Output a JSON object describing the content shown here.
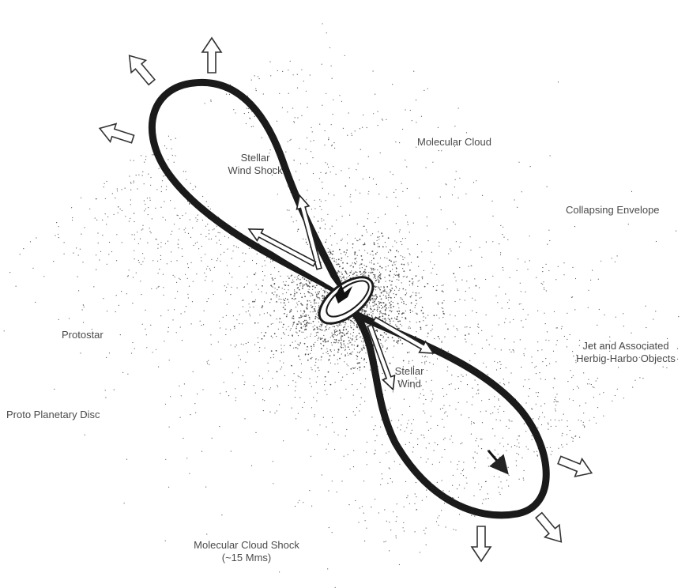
{
  "labels": {
    "stellar_wind_shock_1": "Stellar",
    "stellar_wind_shock_2": "Wind Shock",
    "molecular_cloud": "Molecular Cloud",
    "collapsing_envelope": "Collapsing Envelope",
    "protostar": "Protostar",
    "jet_1": "Jet and Associated",
    "jet_2": "Herbig-Harbo Objects",
    "stellar_wind_1": "Stellar",
    "stellar_wind_2": "Wind",
    "proto_planetary_disc": "Proto Planetary Disc",
    "cloud_shock_1": "Molecular Cloud Shock",
    "cloud_shock_2": "(~15 Mms)"
  },
  "colors": {
    "shell": "#1a1a1a",
    "ink": "#222222",
    "speckle": "#555555",
    "text": "#4a4a4a",
    "background": "#ffffff"
  }
}
